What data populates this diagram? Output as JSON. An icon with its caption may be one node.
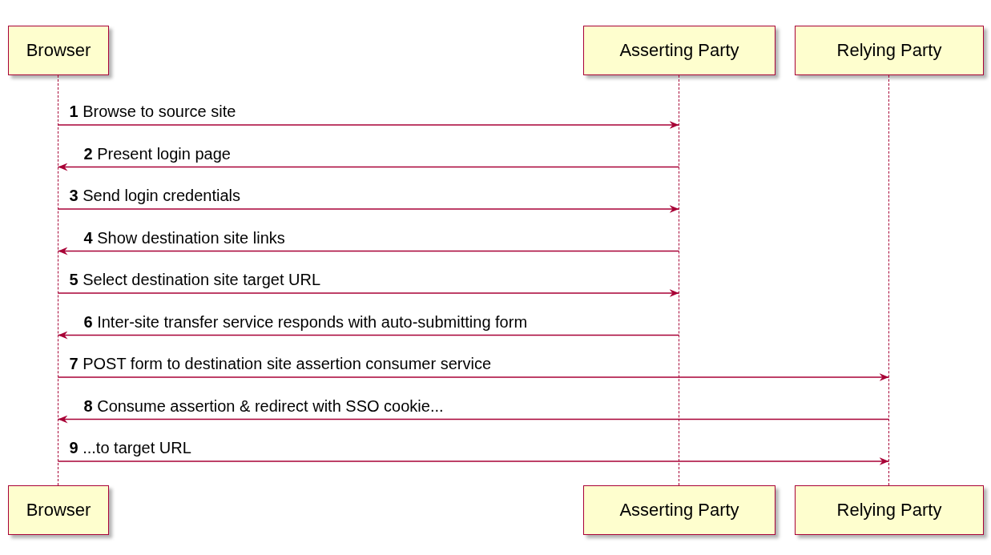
{
  "diagram": {
    "nodes": [
      {
        "text": [
          "Browser"
        ]
      },
      {
        "text": [
          "Asserting Party"
        ]
      },
      {
        "text": [
          "Relying Party"
        ]
      },
      {
        "text": [],
        "shape": "line"
      },
      {
        "text": [],
        "shape": "line"
      },
      {
        "text": [],
        "shape": "line"
      },
      {
        "text": [
          "Browser"
        ]
      },
      {
        "text": [
          "Asserting Party"
        ]
      },
      {
        "text": [
          "Relying Party"
        ]
      }
    ],
    "edges": [
      {
        "from": 3,
        "to": 4,
        "arrow": "to",
        "label": "**1** Browse to source site"
      },
      {
        "from": 4,
        "to": 3,
        "arrow": "to",
        "label": "**2** Present login page"
      },
      {
        "from": 3,
        "to": 4,
        "arrow": "to",
        "label": "**3** Send login credentials"
      },
      {
        "from": 4,
        "to": 3,
        "arrow": "to",
        "label": "**4** Show destination site links"
      },
      {
        "from": 3,
        "to": 4,
        "arrow": "to",
        "label": "**5** Select destination site target URL"
      },
      {
        "from": 4,
        "to": 3,
        "arrow": "to",
        "label": "**6** Inter-site transfer service responds with auto-submitting form"
      },
      {
        "from": 3,
        "to": 5,
        "arrow": "to",
        "label": "**7** POST form to destination site assertion consumer service"
      },
      {
        "from": 5,
        "to": 3,
        "arrow": "to",
        "label": "**8** Consume assertion & redirect with SSO cookie..."
      },
      {
        "from": 3,
        "to": 5,
        "arrow": "to",
        "label": "**9** ...to target URL"
      }
    ]
  }
}
